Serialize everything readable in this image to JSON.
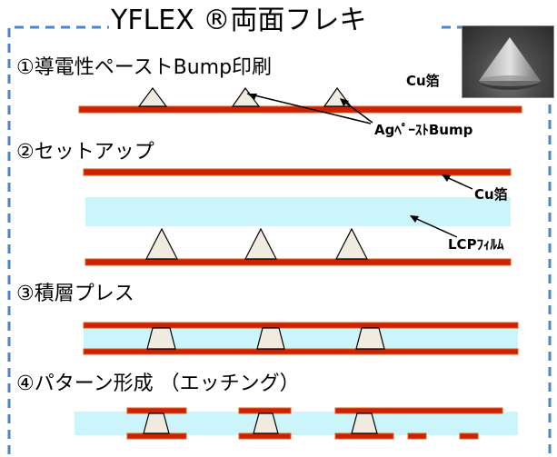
{
  "title": "YFLEX ®両面フレキ",
  "steps": [
    "①導電性ペーストBump印刷",
    "②セットアップ",
    "③積層プレス",
    "④パターン形成 （エッチング）"
  ],
  "labels": {
    "cu_foil_1": "Cu箔",
    "ag_bump": "AgﾍﾟｰｽﾄBump",
    "cu_foil_2": "Cu箔",
    "lcp_film": "LCPﾌｨﾙﾑ"
  },
  "photo": {
    "icon": "sem-cone-photo"
  },
  "colors": {
    "copper": "#cc2200",
    "copper_edge": "#e05a1a",
    "film": "#ccf4fb",
    "bump_fill": "#f0ebdf",
    "border": "#4a86c8"
  }
}
